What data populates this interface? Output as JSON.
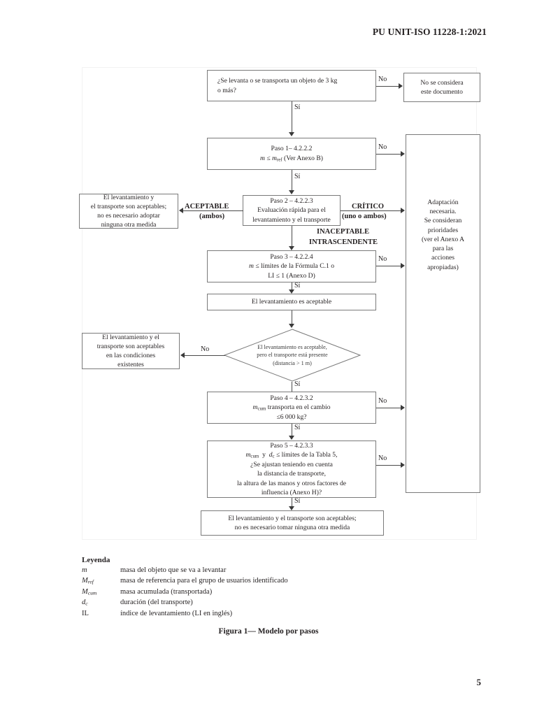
{
  "document": {
    "header": "PU UNIT-ISO 11228-1:2021",
    "page_number": "5",
    "figure_caption": "Figura 1— Modelo por pasos"
  },
  "flowchart": {
    "nodes": {
      "start_question": {
        "line1": "¿Se levanta o se transporta un objeto de 3 kg",
        "line2": "o más?"
      },
      "not_considered": {
        "line1": "No se considera",
        "line2": "este documento"
      },
      "step1": {
        "line1": "Paso 1– 4.2.2.2",
        "line2_html": "<span class=\"ital\">m</span> ≤ <span class=\"ital\">m</span><sub>ref</sub> (Ver Anexo B)"
      },
      "step2": {
        "line1": "Paso 2 – 4.2.2.3",
        "line2": "Evaluación rápida para el",
        "line3": "levantamiento y el transporte"
      },
      "acceptable_both": {
        "line1": "El levantamiento y",
        "line2": "el transporte son aceptables;",
        "line3": "no es necesario adoptar",
        "line4": "ninguna otra medida"
      },
      "adaptation": {
        "line1": "Adaptación",
        "line2": "necesaria.",
        "line3": "Se consideran",
        "line4": "prioridades",
        "line5": "(ver el Anexo A",
        "line6": "para las",
        "line7": "acciones",
        "line8": "apropiadas)"
      },
      "step3": {
        "line1": "Paso 3 – 4.2.2.4",
        "line2_html": "<span class=\"ital\">m</span> ≤ límites de la Fórmula C.1 o",
        "line3": "LI ≤ 1 (Anexo D)"
      },
      "lifting_acceptable": {
        "line1": "El levantamiento es aceptable"
      },
      "transport_diamond": {
        "line1": "El levantamiento es aceptable,",
        "line2": "pero el transporte está presente",
        "line3": "(distancia > 1 m)"
      },
      "acceptable_existing": {
        "line1": "El levantamiento y el",
        "line2": "transporte son aceptables",
        "line3": "en las condiciones",
        "line4": "existentes"
      },
      "step4": {
        "line1": "Paso 4 – 4.2.3.2",
        "line2_html": "<span class=\"ital\">m</span><sub>cum</sub> transporta en el cambio",
        "line3": "≤6 000 kg?"
      },
      "step5": {
        "line1": "Paso 5 – 4.2.3.3",
        "line2_html": "<span class=\"ital\">m</span><sub>cum</sub>&nbsp; y &nbsp;<span class=\"ital\">d</span><sub>c</sub> ≤ límites de la Tabla 5,",
        "line3": "¿Se ajustan teniendo en cuenta",
        "line4": "la distancia de transporte,",
        "line5": "la altura de las manos y otros factores de",
        "line6": "influencia (Anexo H)?"
      },
      "final_acceptable": {
        "line1": "El levantamiento y el transporte son aceptables;",
        "line2": "no es necesario tomar ninguna otra medida"
      }
    },
    "edge_labels": {
      "no_start": "No",
      "si_start": "Sí",
      "no_step1": "No",
      "si_step1": "Sí",
      "aceptable": "ACEPTABLE",
      "aceptable_sub": "(ambos)",
      "critico": "CRÍTICO",
      "critico_sub": "(uno o ambos)",
      "inaceptable": "INACEPTABLE",
      "inaceptable_sub": "INTRASCENDENTE",
      "no_step3": "No",
      "si_step3": "Sí",
      "no_diamond": "No",
      "si_diamond": "Sí",
      "no_step4": "No",
      "si_step4": "Sí",
      "no_step5": "No",
      "si_step5": "Sí"
    }
  },
  "legend": {
    "title": "Leyenda",
    "rows": [
      {
        "symbol_html": "<span class=\"ital\">m</span>",
        "definition": "masa del objeto que se va a levantar"
      },
      {
        "symbol_html": "<span class=\"ital\">M</span><sub>ref</sub>",
        "definition": "masa de referencia para el grupo de usuarios identificado"
      },
      {
        "symbol_html": "<span class=\"ital\">M</span><sub>cum</sub>",
        "definition": "masa acumulada (transportada)"
      },
      {
        "symbol_html": "<span class=\"ital\">d</span><sub>c</sub>",
        "definition": "duración (del transporte)"
      },
      {
        "symbol_html": "IL",
        "definition": "índice de levantamiento (LI en inglés)"
      }
    ]
  },
  "colors": {
    "text": "#231f20",
    "box_border": "#7a7a7a",
    "connector": "#4a4a4a",
    "frame": "#f2f2f2"
  }
}
